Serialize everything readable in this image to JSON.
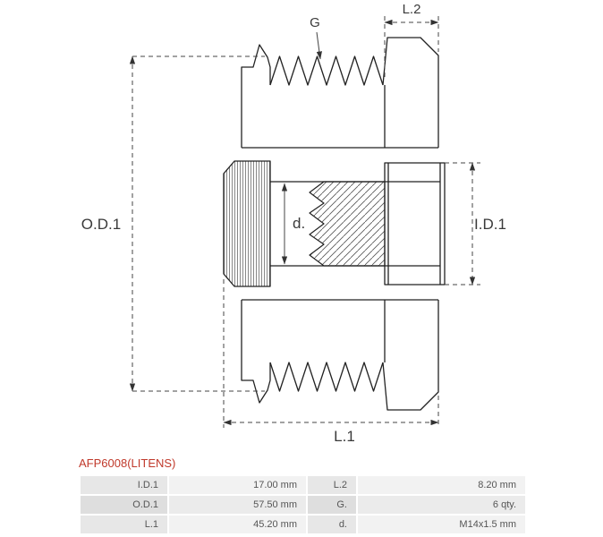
{
  "part": {
    "title": "AFP6008(LITENS)",
    "title_color": "#c0392b"
  },
  "diagram": {
    "type": "alternator freewheel pulley cross-section",
    "groove_count": 6,
    "labels": {
      "g": "G",
      "l2": "L.2",
      "od1": "O.D.1",
      "id1": "I.D.1",
      "d": "d.",
      "l1": "L.1"
    },
    "line_color": "#222222",
    "dim_color": "#444444"
  },
  "table": {
    "rows": [
      [
        {
          "label": "I.D.1",
          "value": "17.00 mm"
        },
        {
          "label": "L.2",
          "value": "8.20 mm"
        }
      ],
      [
        {
          "label": "O.D.1",
          "value": "57.50 mm"
        },
        {
          "label": "G.",
          "value": "6 qty."
        }
      ],
      [
        {
          "label": "L.1",
          "value": "45.20 mm"
        },
        {
          "label": "d.",
          "value": "M14x1.5 mm"
        }
      ]
    ]
  }
}
